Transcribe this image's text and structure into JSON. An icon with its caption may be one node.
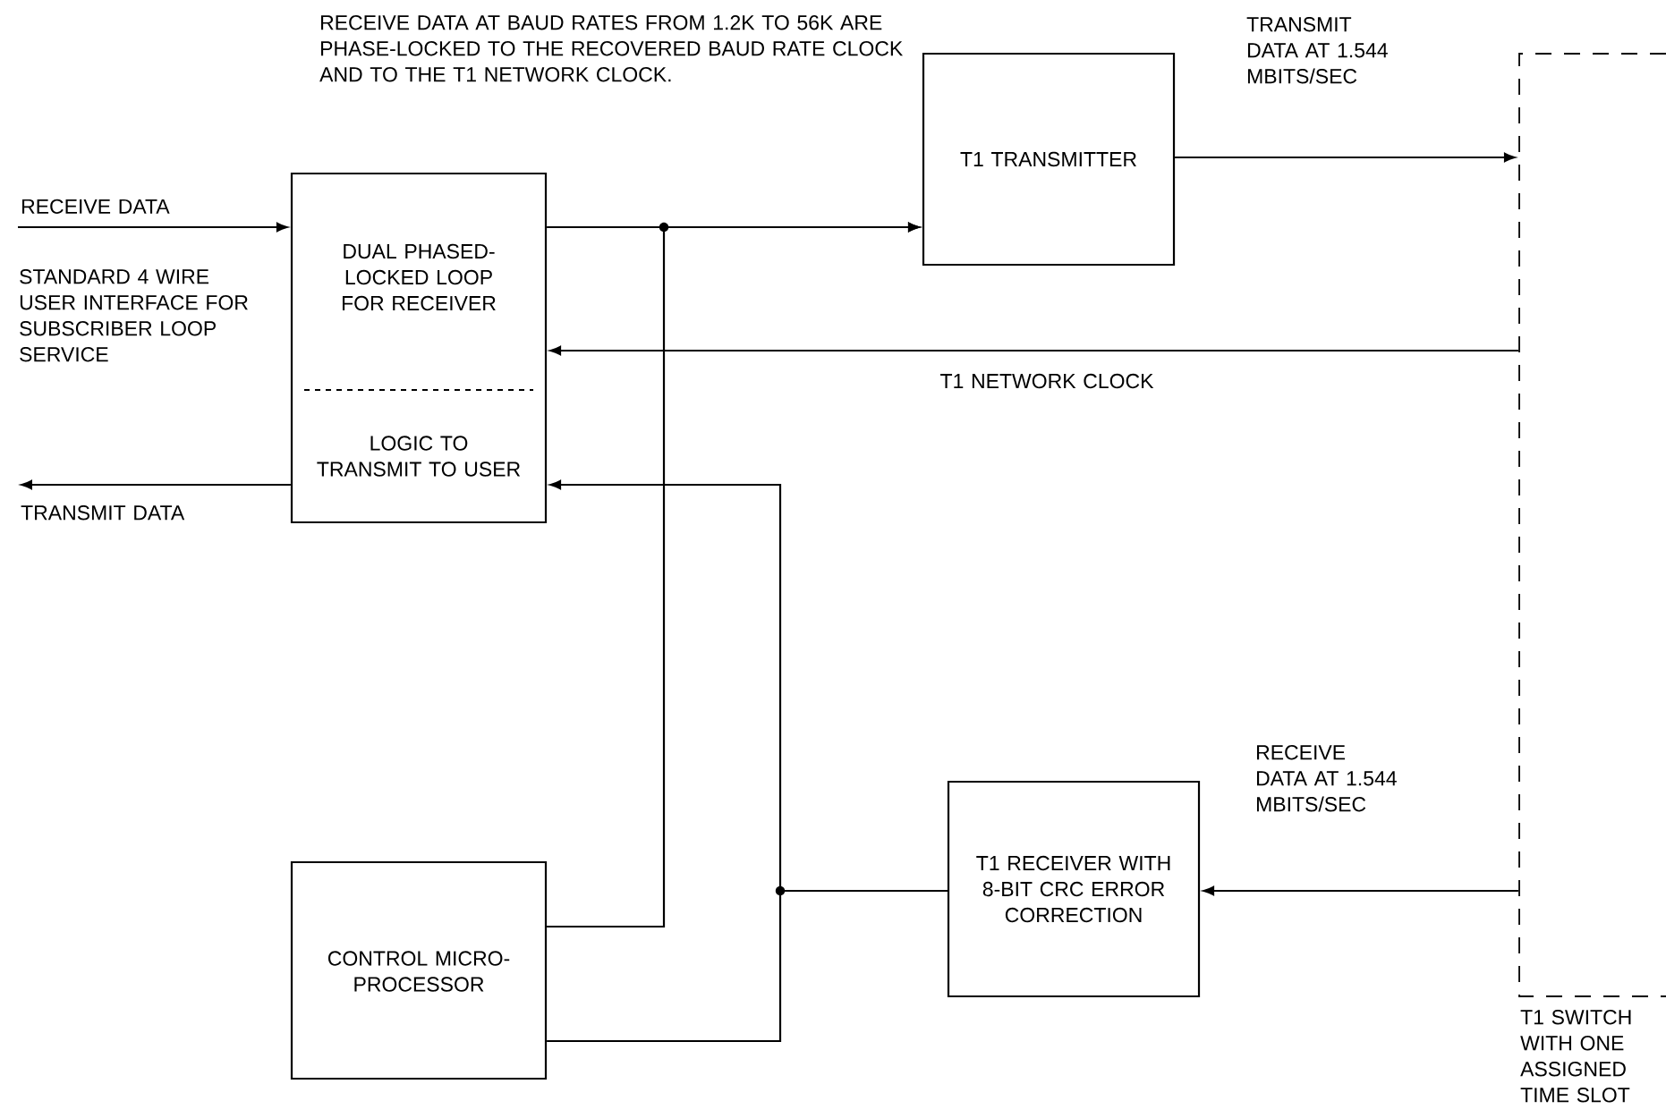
{
  "diagram": {
    "nodes": [
      {
        "text": [
          "DUAL PHASED-LOCKED LOOP FOR RECEIVER",
          "LOGIC TO TRANSMIT TO USER"
        ]
      },
      {
        "text": [
          "T1 TRANSMITTER"
        ]
      },
      {
        "text": [],
        "shape": "box",
        "beside": [
          "T1 SWITCH WITH ONE ASSIGNED TIME SLOT"
        ]
      },
      {
        "text": [
          "CONTROL MICRO-PROCESSOR"
        ]
      },
      {
        "text": [
          "T1 RECEIVER WITH 8-BIT CRC ERROR CORRECTION"
        ]
      }
    ],
    "edges": [
      {
        "from": null,
        "to": 0,
        "arrow": "to",
        "label": "RECEIVE DATA"
      },
      {
        "from": 0,
        "to": null,
        "arrow": "to",
        "label": "TRANSMIT DATA"
      },
      {
        "from": 0,
        "to": 1,
        "arrow": "to"
      },
      {
        "from": 3,
        "to": 1,
        "arrow": "to"
      },
      {
        "from": 1,
        "to": 2,
        "arrow": "to",
        "label": "TRANSMIT DATA AT 1.544 MBITS/SEC"
      },
      {
        "from": 2,
        "to": 0,
        "arrow": "to",
        "label": "T1 NETWORK CLOCK"
      },
      {
        "from": 2,
        "to": 4,
        "arrow": "to",
        "label": "RECEIVE DATA AT 1.544 MBITS/SEC"
      },
      {
        "from": 4,
        "to": 0,
        "arrow": "to"
      },
      {
        "from": 4,
        "to": 3,
        "arrow": "none"
      }
    ],
    "labels": [
      "RECEIVE DATA AT BAUD RATES FROM 1.2K TO 56K ARE PHASE-LOCKED TO THE RECOVERED BAUD RATE CLOCK AND TO THE T1 NETWORK CLOCK.",
      "STANDARD 4 WIRE USER INTERFACE FOR SUBSCRIBER LOOP SERVICE"
    ]
  }
}
